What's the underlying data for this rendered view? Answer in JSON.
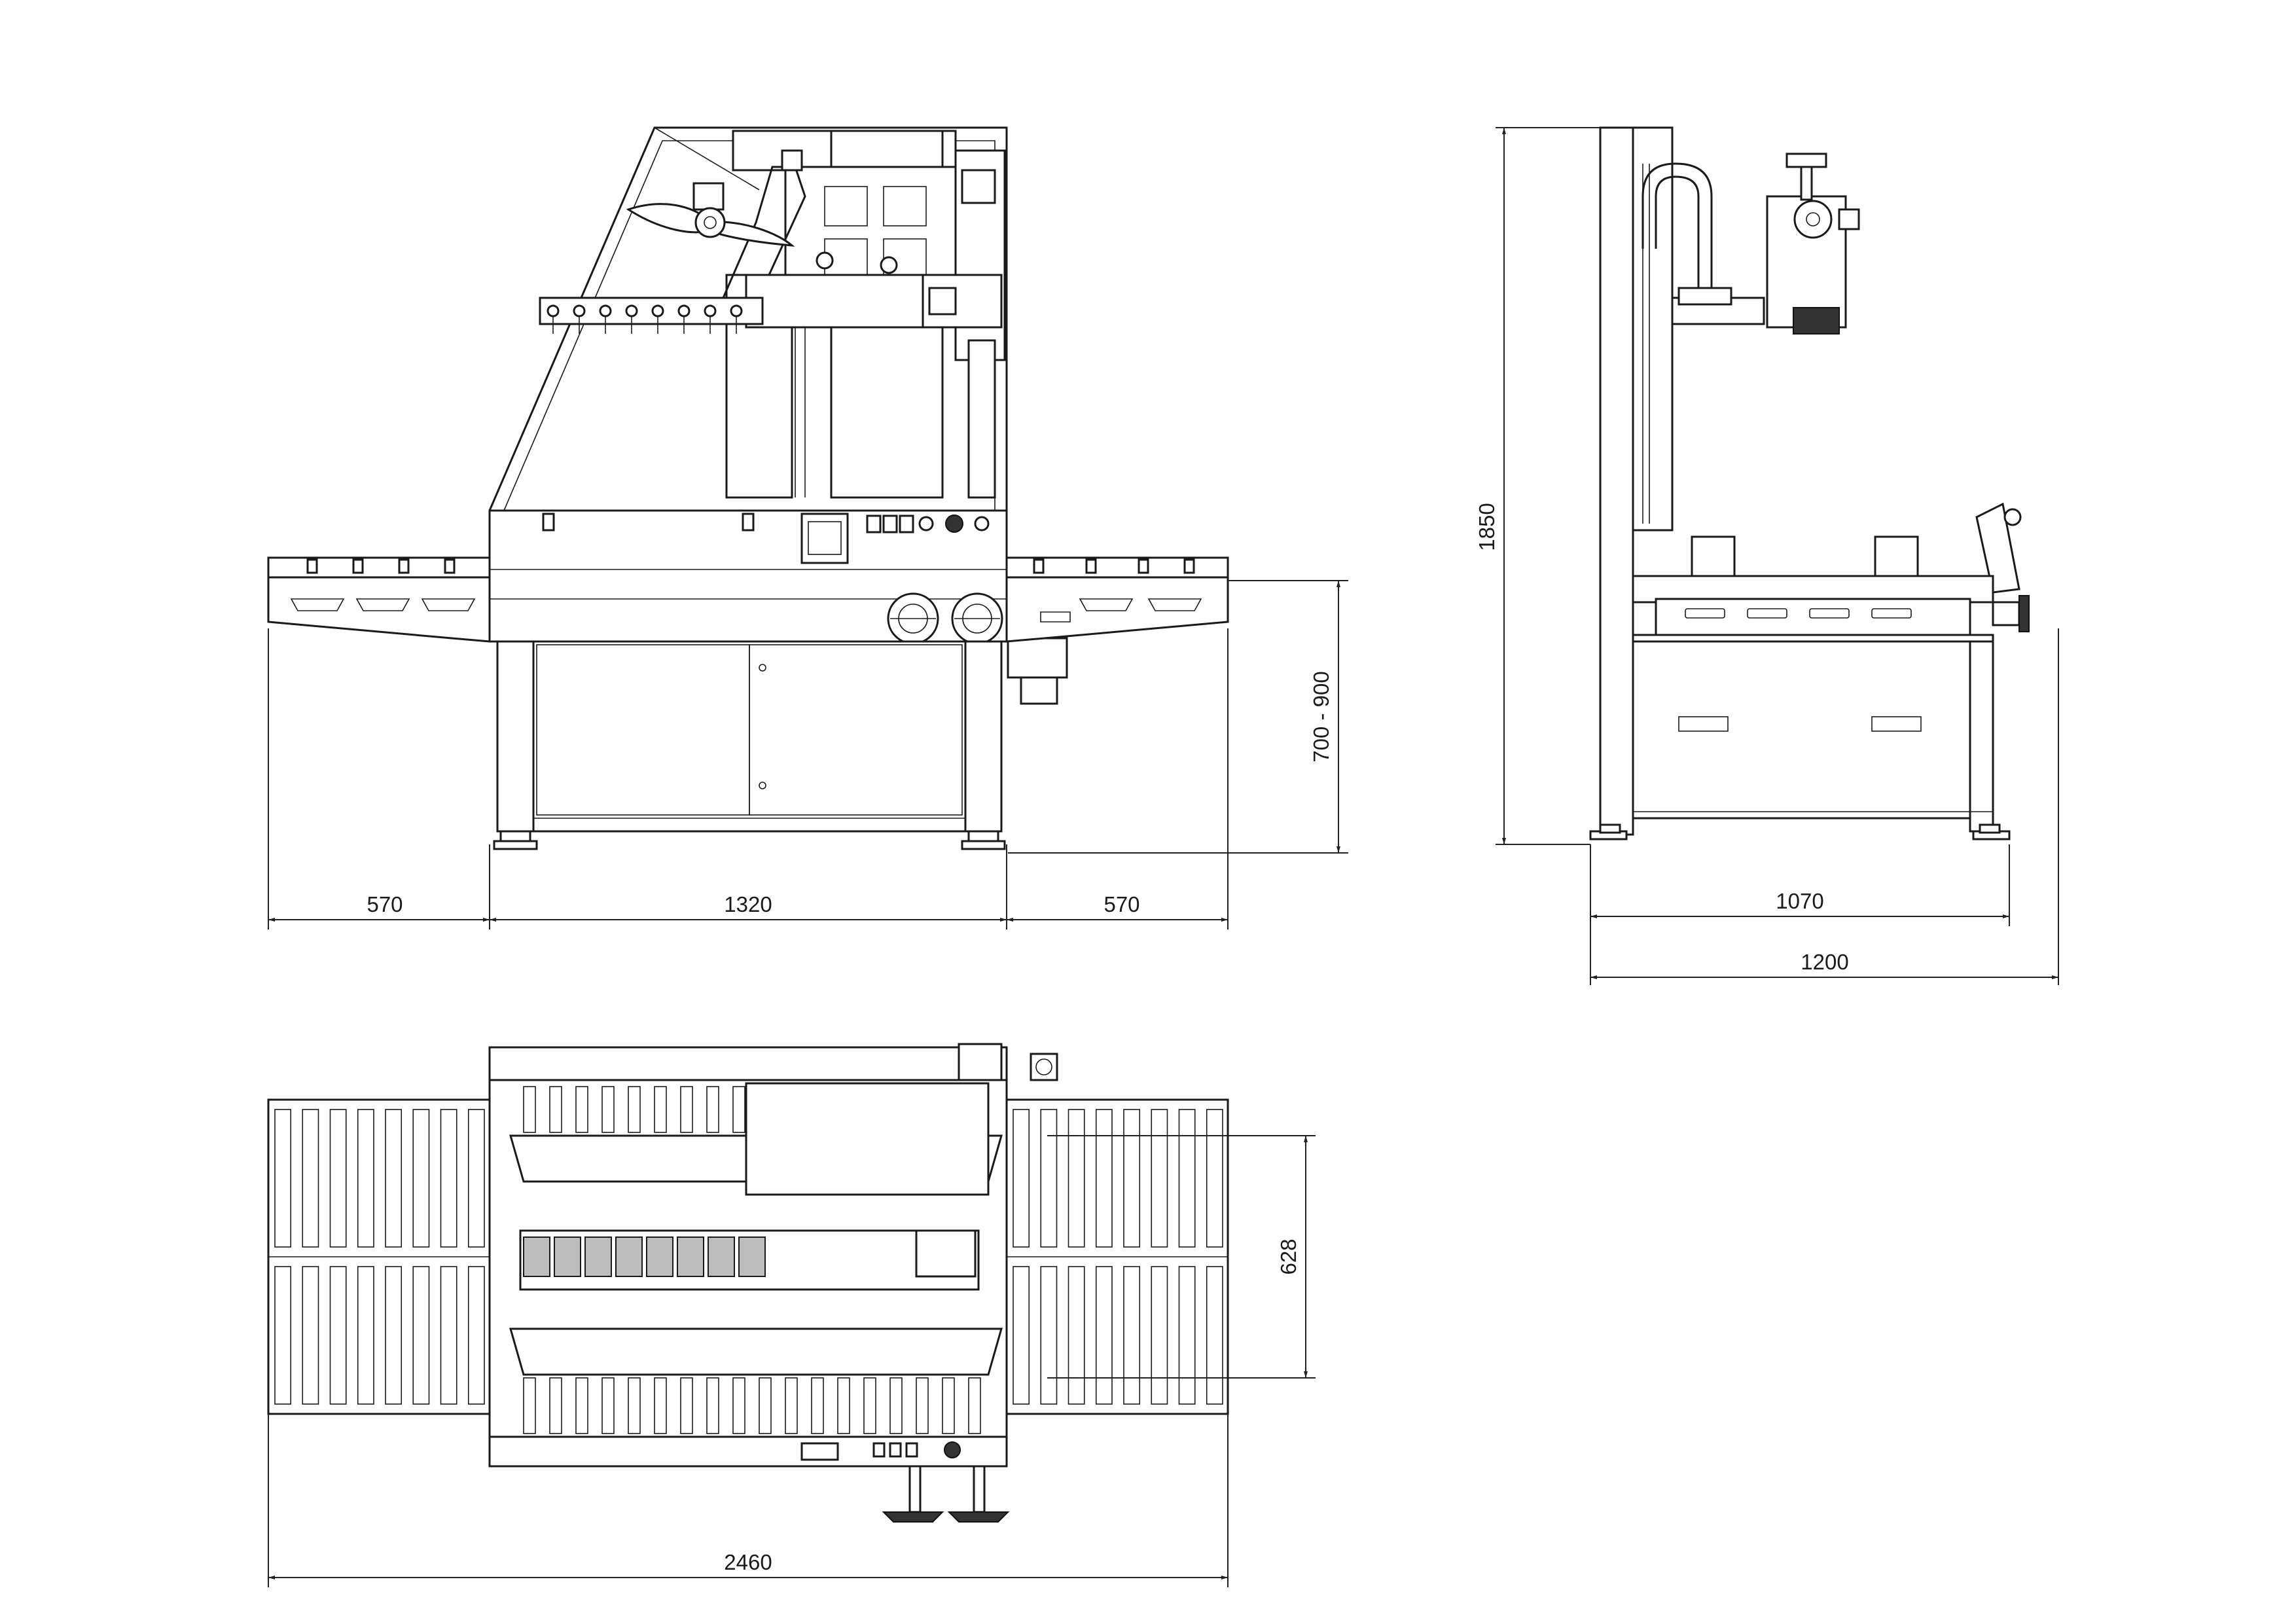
{
  "dimensions": {
    "front_left_conveyor": "570",
    "front_machine_width": "1320",
    "front_right_conveyor": "570",
    "front_working_height": "700 - 900",
    "side_height": "1850",
    "side_base_depth": "1070",
    "side_total_depth": "1200",
    "top_passage_width": "628",
    "top_total_length": "2460"
  },
  "colors": {
    "line": "#1a1a1a",
    "background": "#ffffff"
  }
}
